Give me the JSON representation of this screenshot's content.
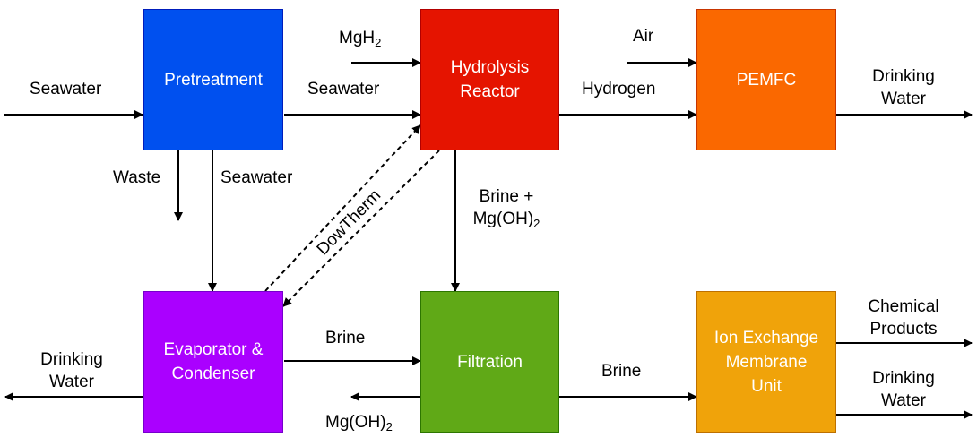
{
  "colors": {
    "pretreatment": "#0050ef",
    "hydrolysis_reactor": "#e51400",
    "pemfc": "#fa6800",
    "evaporator": "#aa00ff",
    "filtration": "#60a917",
    "ion_exchange": "#f0a30a",
    "arrow": "#000000"
  },
  "blocks": {
    "pretreatment": {
      "line1": "Pretreatment"
    },
    "hydrolysis_reactor": {
      "line1": "Hydrolysis",
      "line2": "Reactor"
    },
    "pemfc": {
      "line1": "PEMFC"
    },
    "evaporator": {
      "line1": "Evaporator &",
      "line2": "Condenser"
    },
    "filtration": {
      "line1": "Filtration"
    },
    "ion_exchange": {
      "line1": "Ion Exchange",
      "line2": "Membrane",
      "line3": "Unit"
    }
  },
  "streams": {
    "seawater_in": "Seawater",
    "seawater_to_reactor": "Seawater",
    "mgh2_base": "MgH",
    "mgh2_sub": "2",
    "air": "Air",
    "hydrogen": "Hydrogen",
    "drinking_water_pemfc_1": "Drinking",
    "drinking_water_pemfc_2": "Water",
    "waste": "Waste",
    "seawater_to_evaporator": "Seawater",
    "dowtherm": "DowTherm",
    "brine_mgoh2_1": "Brine +",
    "brine_mgoh2_2_base": "Mg(OH)",
    "brine_mgoh2_2_sub": "2",
    "drinking_water_evap_1": "Drinking",
    "drinking_water_evap_2": "Water",
    "brine_evap": "Brine",
    "mgoh2_out_base": "Mg(OH)",
    "mgoh2_out_sub": "2",
    "brine_filtration": "Brine",
    "chemical_products_1": "Chemical",
    "chemical_products_2": "Products",
    "drinking_water_ion_1": "Drinking",
    "drinking_water_ion_2": "Water"
  }
}
